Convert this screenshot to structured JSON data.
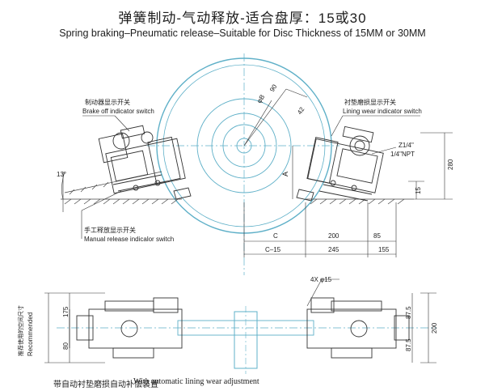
{
  "title_cn": "弹簧制动-气动释放-适合盘厚：15或30",
  "title_en": "Spring braking–Pneumatic  release–Suitable for Disc Thickness of 15MM or 30MM",
  "labels": {
    "brake_off_cn": "制动器显示开关",
    "brake_off_en": "Brake off indicator switch",
    "lining_wear_cn": "衬垫磨损显示开关",
    "lining_wear_en": "Lining wear indicator switch",
    "manual_release_cn": "手工释放显示开关",
    "manual_release_en": "Manual release indicalor switch",
    "recommended_cn": "推荐使用的空间尺寸",
    "recommended_en": "Recommended"
  },
  "dims": {
    "angle": "13°",
    "d_small": "φB",
    "d_90": "90",
    "d_42": "42",
    "thread1": "Z1/4\"",
    "thread2": "1/4\"NPT",
    "h280": "280",
    "h15": "15",
    "a": "A",
    "c": "C",
    "w200": "200",
    "w85": "85",
    "c15": "C–15",
    "w245": "245",
    "w155": "155",
    "holes": "4X φ15",
    "v175": "175",
    "v80": "80",
    "v87a": "87.5",
    "v87b": "87.5",
    "v200": "200"
  },
  "footer_cn": "带自动衬垫磨损自动补偿装置",
  "footer_en": "With automatic lining wear adjustment"
}
